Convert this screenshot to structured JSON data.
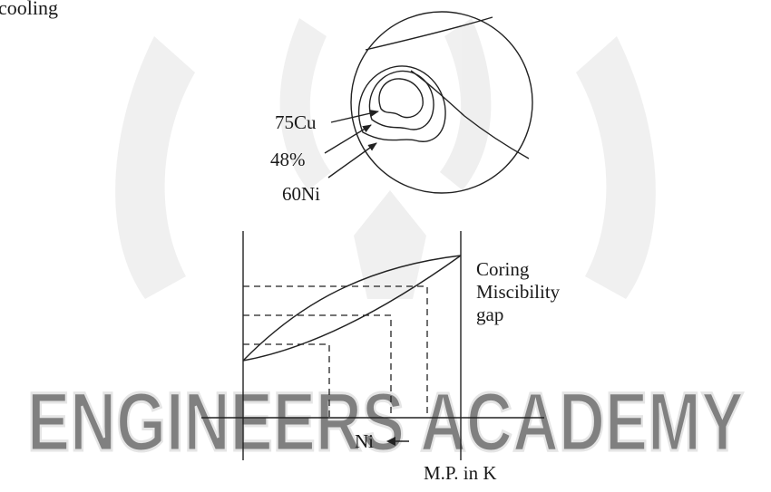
{
  "header": {
    "partial_text": "cooling"
  },
  "watermark": {
    "text": "ENGINEERS ACADEMY",
    "color": "#d9d9d9"
  },
  "grain": {
    "labels": {
      "cu": "75Cu",
      "percent": "48%",
      "ni": "60Ni"
    }
  },
  "phase_diagram": {
    "right_labels": {
      "line1": "Coring",
      "line2": "Miscibility",
      "line3": "gap"
    },
    "x_label": "Ni",
    "x_arrow": "←",
    "axis_note": "M.P. in K"
  },
  "colors": {
    "ink": "#222222",
    "background": "#ffffff"
  }
}
